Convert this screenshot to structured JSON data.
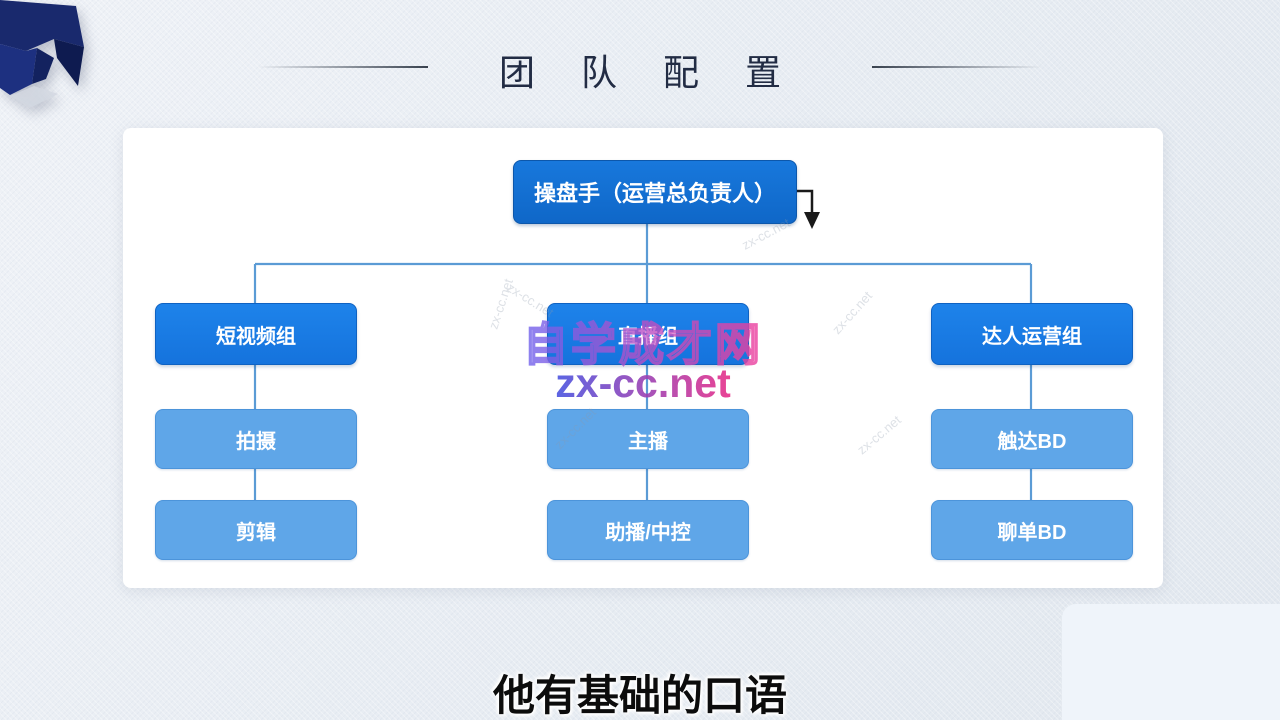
{
  "slide": {
    "title": "团队配置",
    "subtitle": "他有基础的口语"
  },
  "org_chart": {
    "root": "操盘手（运营总负责人）",
    "groups": [
      {
        "label": "短视频组",
        "children": [
          "拍摄",
          "剪辑"
        ]
      },
      {
        "label": "直播组",
        "children": [
          "主播",
          "助播/中控"
        ]
      },
      {
        "label": "达人运营组",
        "children": [
          "触达BD",
          "聊单BD"
        ]
      }
    ]
  },
  "watermark": {
    "brand": "自学成才网",
    "site": "zx-cc.net",
    "faint_repeat": "zx-cc.net"
  },
  "colors": {
    "root_box": "#1471d3",
    "group_box": "#1b7de6",
    "leaf_box": "#5fa6e8",
    "connector": "#5b9bd5",
    "arrow": "#1a1a1a",
    "title_text": "#222c44",
    "watermark_start": "#6f63ee",
    "watermark_end": "#ee3f9d",
    "card_bg": "#ffffff"
  }
}
